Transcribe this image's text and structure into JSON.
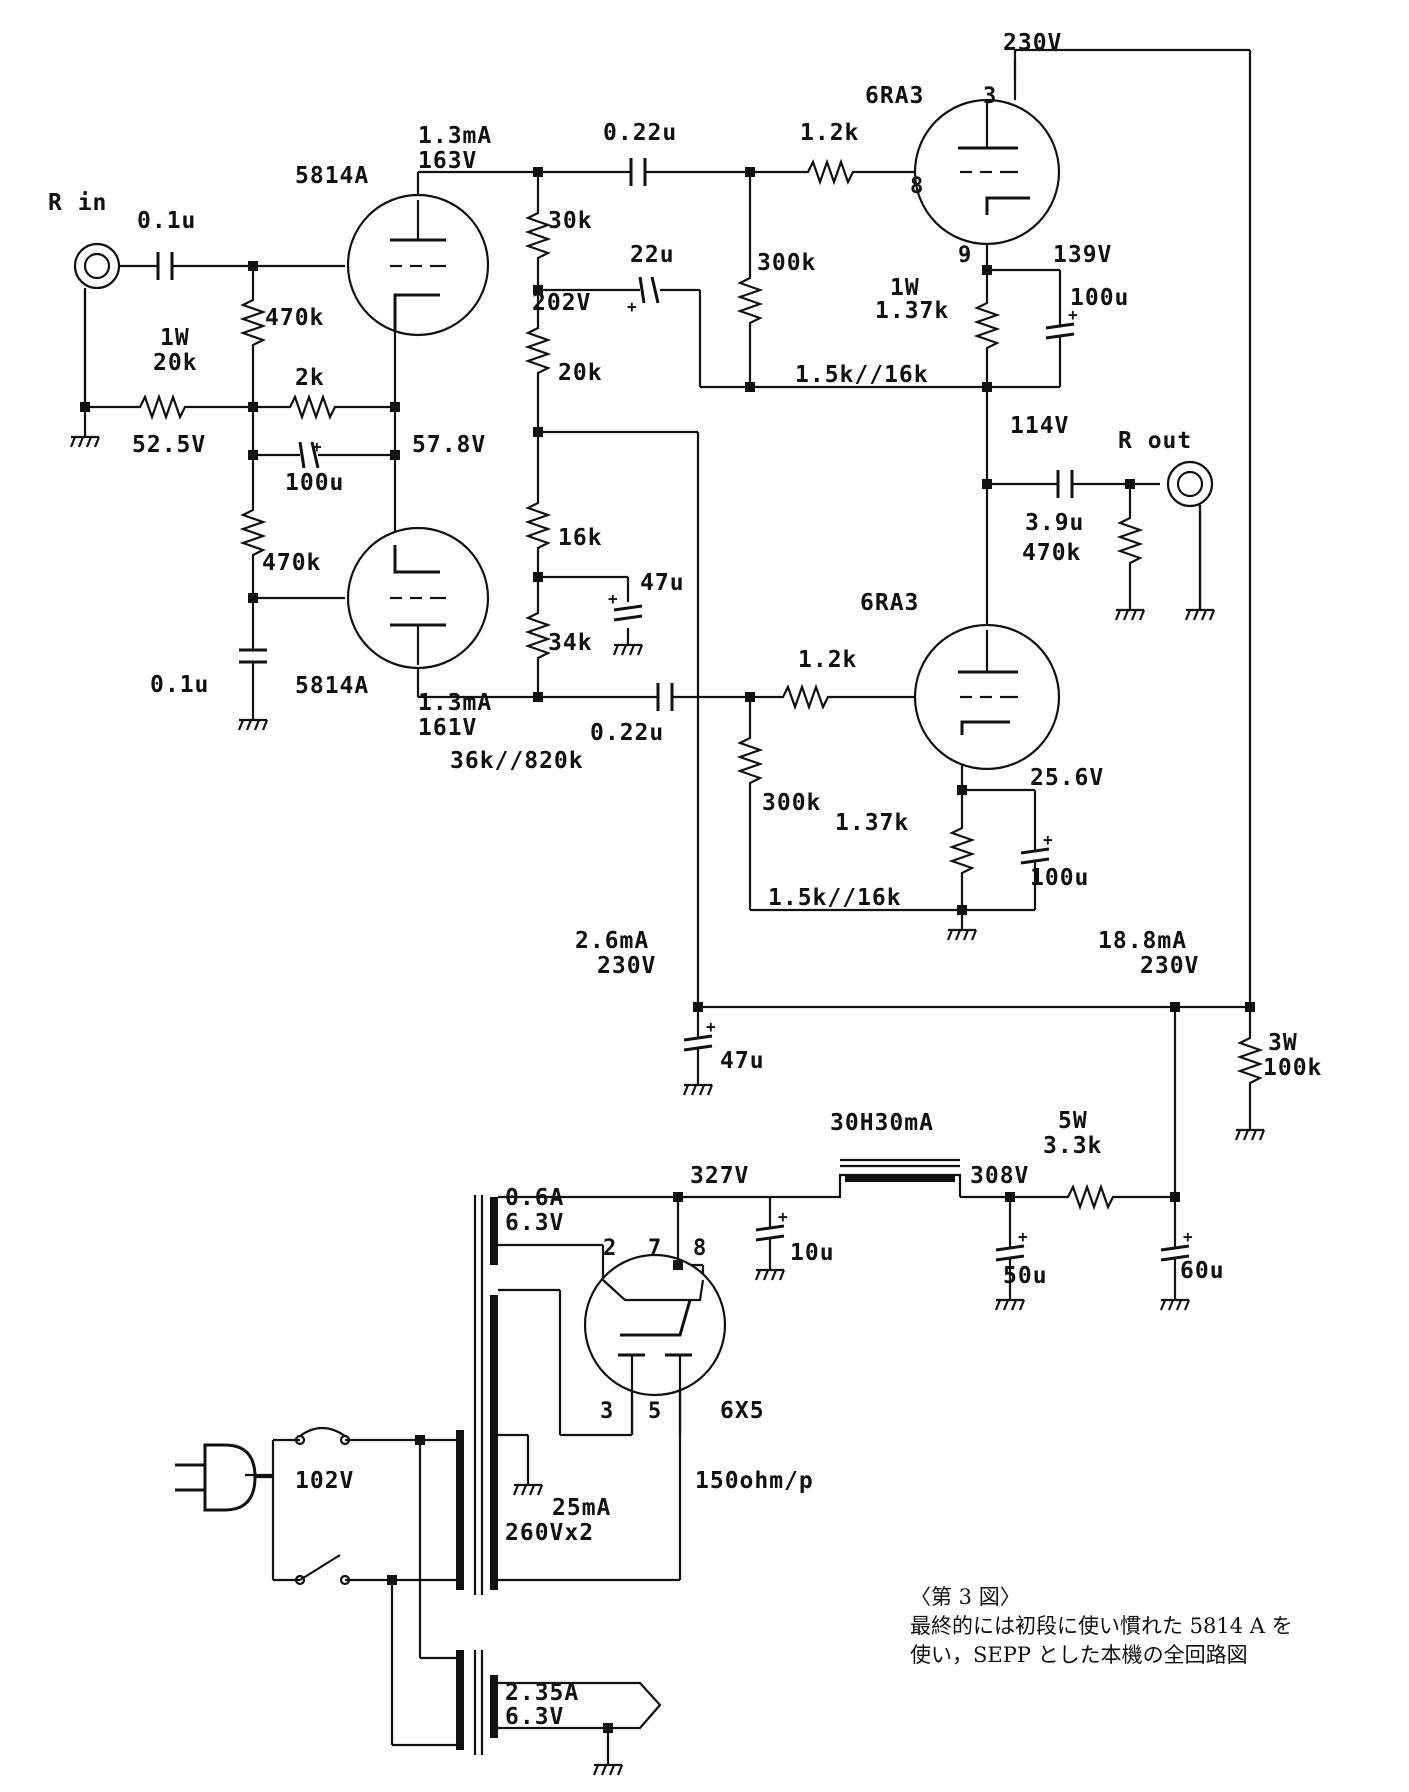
{
  "labels": {
    "rin": "R in",
    "rout": "R out",
    "c_in": "0.1u",
    "r_470k_a": "470k",
    "r_1w": "1W",
    "r_20k": "20k",
    "r_2k": "2k",
    "v_52_5": "52.5V",
    "v_57_8": "57.8V",
    "c_100u_a": "100u",
    "r_470k_b": "470k",
    "c_0_1u_b": "0.1u",
    "tube_5814a_top": "5814A",
    "tube_5814a_bot": "5814A",
    "i_1_3ma_top": "1.3mA",
    "v_163": "163V",
    "i_1_3ma_bot": "1.3mA",
    "v_161": "161V",
    "r_30k": "30k",
    "v_202": "202V",
    "r_20k_b": "20k",
    "r_16k": "16k",
    "r_34k": "34k",
    "r_36k_820k": "36k//820k",
    "c_22u": "22u",
    "c_47u_a": "47u",
    "c_0_22u_top": "0.22u",
    "c_0_22u_bot": "0.22u",
    "r_1_2k_top": "1.2k",
    "r_1_2k_bot": "1.2k",
    "r_300k_top": "300k",
    "r_300k_bot": "300k",
    "tube_6ra3_top": "6RA3",
    "tube_6ra3_bot": "6RA3",
    "v_230_top": "230V",
    "pin_3": "3",
    "pin_8": "8",
    "pin_9": "9",
    "v_139": "139V",
    "r_1w_b": "1W",
    "r_1_37k_top": "1.37k",
    "c_100u_b": "100u",
    "r_1_5k_16k_top": "1.5k//16k",
    "v_114": "114V",
    "c_3_9u": "3.9u",
    "r_470k_c": "470k",
    "v_25_6": "25.6V",
    "r_1_37k_bot": "1.37k",
    "c_100u_c": "100u",
    "r_1_5k_16k_bot": "1.5k//16k",
    "i_2_6ma": "2.6mA",
    "v_230_a": "230V",
    "i_18_8ma": "18.8mA",
    "v_230_b": "230V",
    "c_47u_b": "47u",
    "r_3w": "3W",
    "r_100k": "100k",
    "choke": "30H30mA",
    "r_5w": "5W",
    "r_3_3k": "3.3k",
    "v_327": "327V",
    "v_308": "308V",
    "c_10u": "10u",
    "c_50u": "50u",
    "c_60u": "60u",
    "heater_a": "0.6A",
    "heater_v": "6.3V",
    "pin_2": "2",
    "pin_7": "7",
    "pin_8b": "8",
    "pin_3b": "3",
    "pin_5": "5",
    "tube_6x5": "6X5",
    "v_102": "102V",
    "i_25ma": "25mA",
    "v_260x2": "260Vx2",
    "ohm": "150ohm/p",
    "heater_b_a": "2.35A",
    "heater_b_v": "6.3V"
  },
  "caption": {
    "line1": "〈第 3 図〉",
    "line2": "最終的には初段に使い慣れた 5814 A を",
    "line3": "使い，SEPP とした本機の全回路図"
  }
}
